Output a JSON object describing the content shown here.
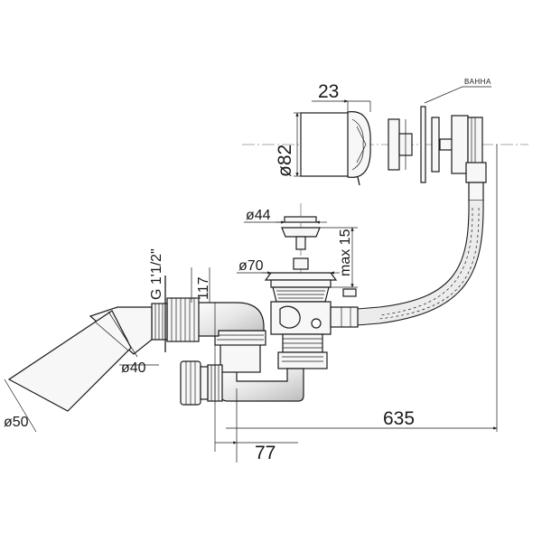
{
  "labels": {
    "bath_label": "ВАННА",
    "dim_23": "23",
    "dim_d82": "ø82",
    "dim_d44": "ø44",
    "dim_max15": "max 15",
    "dim_d70": "ø70",
    "dim_117": "117",
    "dim_thread": "G 1'1/2\"",
    "dim_d40": "ø40",
    "dim_d50": "ø50",
    "dim_635": "635",
    "dim_77": "77"
  }
}
